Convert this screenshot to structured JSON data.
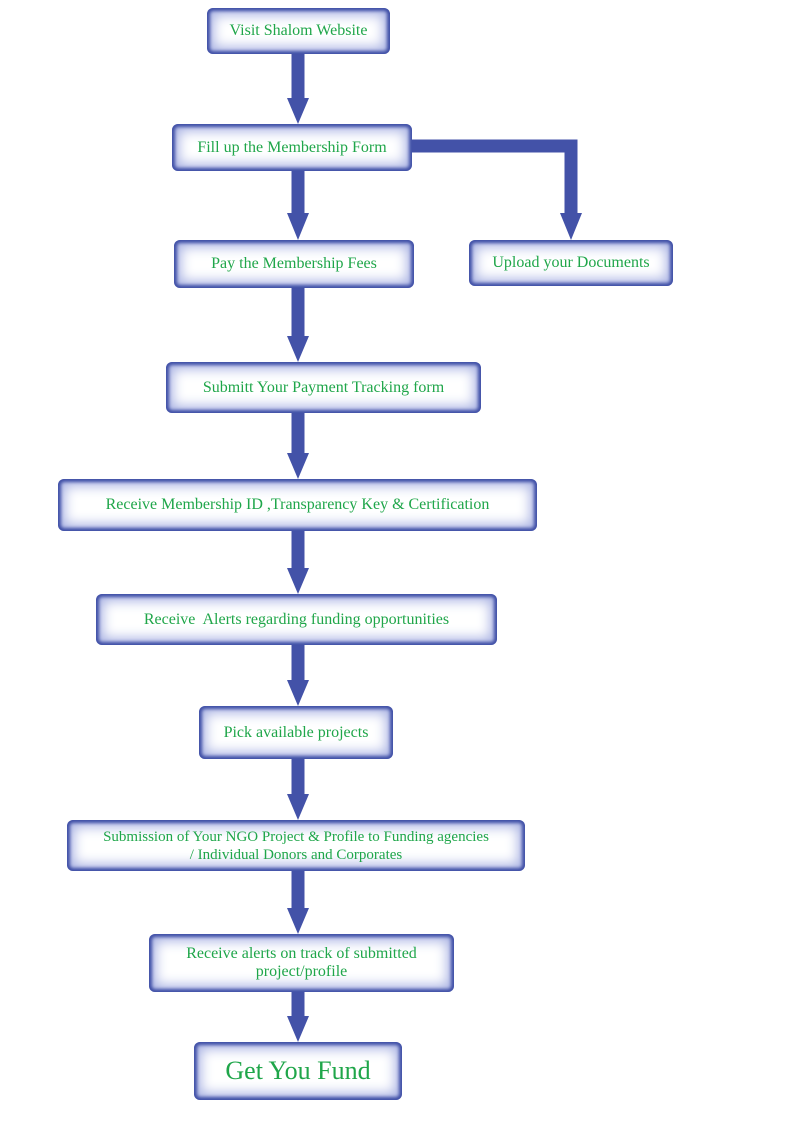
{
  "colors": {
    "text": "#1fa64a",
    "frame": "#3f4fa6",
    "halo": "#aab3e3",
    "arrow": "#4352a8"
  },
  "steps": {
    "visit": "Visit Shalom Website",
    "fill_form": "Fill up the Membership Form",
    "pay_fees": "Pay the Membership Fees",
    "upload_docs": "Upload your Documents",
    "payment_tracking": "Submitt Your Payment Tracking form",
    "receive_id": "Receive Membership ID ,Transparency Key & Certification",
    "receive_alerts": "Receive  Alerts regarding funding opportunities",
    "pick_projects": "Pick available projects",
    "submission_line1": "Submission of Your NGO Project & Profile to Funding agencies",
    "submission_line2": "/ Individual Donors and Corporates",
    "track_line1": "Receive alerts on track of submitted",
    "track_line2": "project/profile",
    "get_fund": "Get You Fund"
  }
}
